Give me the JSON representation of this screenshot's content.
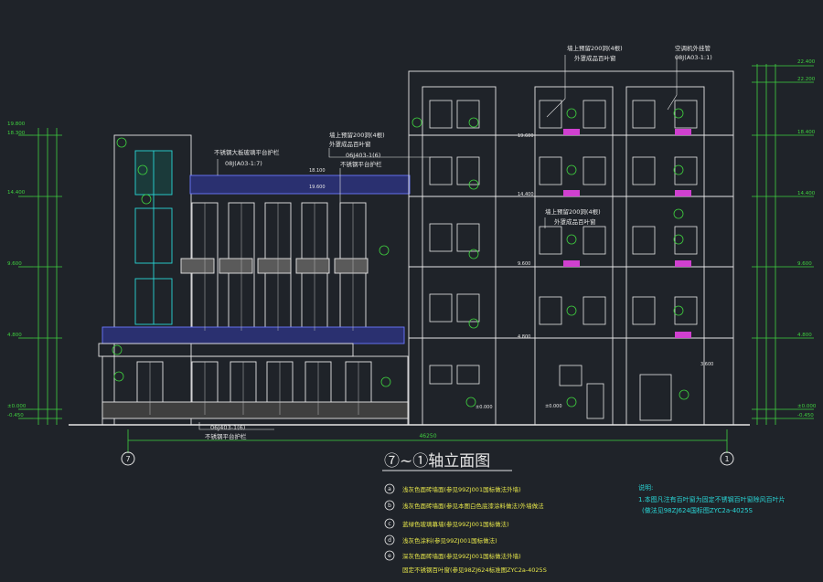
{
  "drawing": {
    "title": "⑦~①轴立面图",
    "overall_dimension": "46250",
    "axis_left": "7",
    "axis_right": "1"
  },
  "annotations": {
    "top_center_line1": "墙上预留200洞(4根)",
    "top_center_line2": "外罩成品百叶窗",
    "top_right_line1": "空调机外挂管",
    "top_right_line2": "08J(A03-1:1)",
    "mid_left_line1": "墙上预留200洞(4根)",
    "mid_left_line2": "外罩成品百叶窗",
    "left_rail_line1": "不锈钢大板玻璃平台护栏",
    "left_rail_line2": "08J(A03-1:7)",
    "left_rail2_line1": "06J403-1(6)",
    "left_rail2_line2": "不锈钢平台护栏",
    "mid_right_line1": "墙上预留200洞(4根)",
    "mid_right_line2": "外罩成品百叶窗",
    "bottom_rail_line1": "06J403-1(6)",
    "bottom_rail_line2": "不锈钢平台护栏"
  },
  "elevations": {
    "left": [
      "19.800",
      "18.300",
      "14.400",
      "9.600",
      "4.800",
      "±0.000",
      "-0.450"
    ],
    "right": [
      "22.400",
      "22.200",
      "18.400",
      "14.400",
      "9.600",
      "4.800",
      "±0.000",
      "-0.450"
    ],
    "marks": [
      "18.100",
      "19.600",
      "19.600",
      "14.400",
      "9.600",
      "4.800",
      "3.600",
      "±0.000",
      "±0.000"
    ]
  },
  "legend": {
    "items": [
      {
        "symbol": "a",
        "text": "浅灰色面砖墙面(参见99ZJ001国标做法外墙)"
      },
      {
        "symbol": "b",
        "text": "浅灰色面砖墙面(参见本图白色底漆涂料做法)外墙做法"
      },
      {
        "symbol": "c",
        "text": "蓝绿色玻璃幕墙(参见99ZJ001国标做法)"
      },
      {
        "symbol": "d",
        "text": "浅灰色涂料(参见99ZJ001国标做法)"
      },
      {
        "symbol": "e",
        "text": "深灰色面砖墙面(参见99ZJ001国标做法外墙)"
      }
    ],
    "footnote": "固定不锈钢百叶窗(参见98ZJ624标准图ZYC2a-4025S"
  },
  "notes": {
    "heading": "说明:",
    "line1": "1.本图凡注有百叶窗为固定不锈钢百叶窗除风百叶片",
    "line2": "(做法见98ZJ624国标图ZYC2a-4025S"
  },
  "colors": {
    "background": "#1f2329",
    "building": "#e6e6e6",
    "dimension": "#3fd13f",
    "accent_blue": "#6b78ff",
    "magenta": "#d040d0",
    "cyan": "#29d6d6",
    "yellow": "#e6e64a"
  }
}
